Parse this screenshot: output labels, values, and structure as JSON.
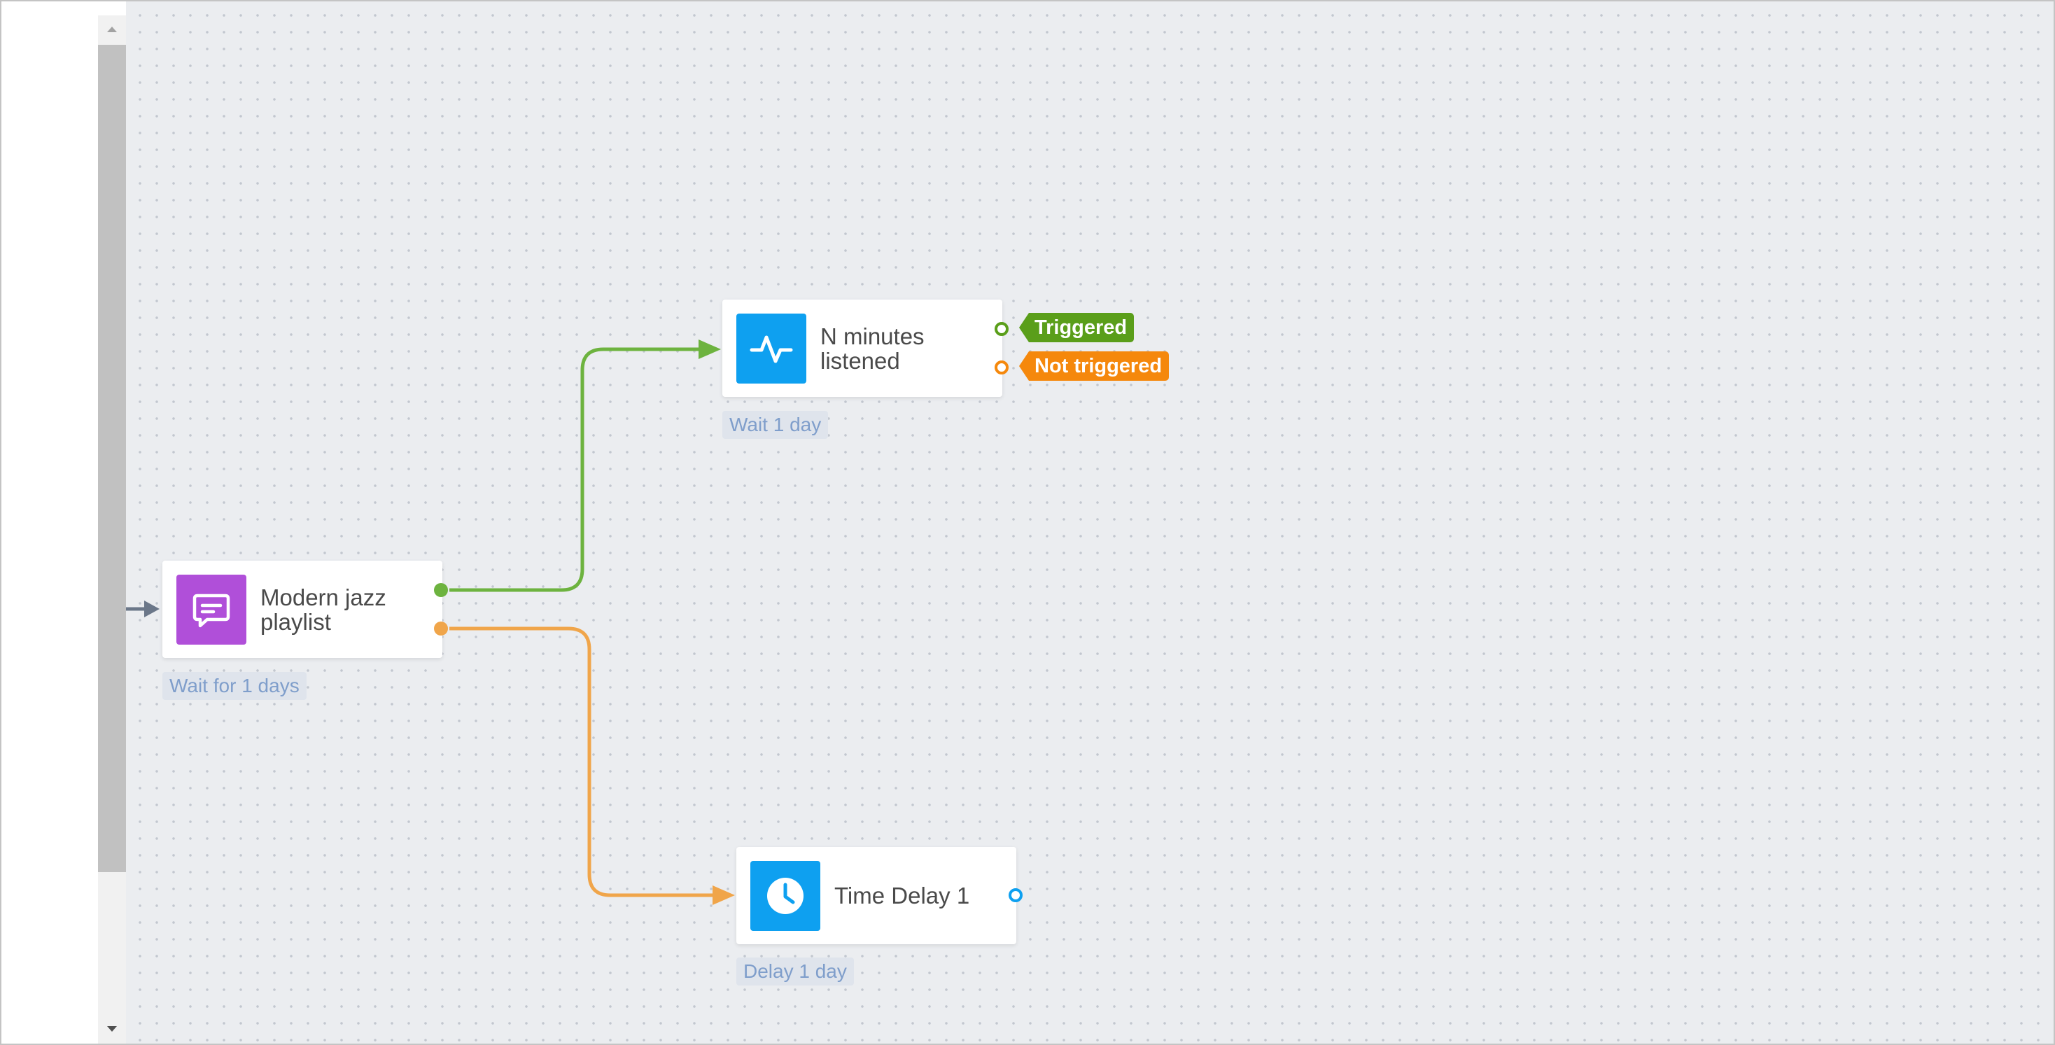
{
  "canvas": {
    "background": "#ebedf0"
  },
  "nodes": {
    "modern_jazz": {
      "label": "Modern jazz\nplaylist",
      "caption": "Wait for 1 days",
      "icon": "chat-message-icon",
      "icon_color": "#b04fd9"
    },
    "n_minutes": {
      "label": "N minutes\nlistened",
      "caption": "Wait 1 day",
      "icon": "activity-pulse-icon",
      "icon_color": "#0ea0f0"
    },
    "time_delay": {
      "label": "Time Delay 1",
      "caption": "Delay 1 day",
      "icon": "clock-icon",
      "icon_color": "#0ea0f0"
    }
  },
  "branches": {
    "triggered": {
      "label": "Triggered",
      "color": "#5a9e1a"
    },
    "not_triggered": {
      "label": "Not triggered",
      "color": "#f5880c"
    }
  },
  "wire_colors": {
    "success": "#6db33f",
    "failure": "#f0a54a",
    "entry": "#6b7789"
  }
}
